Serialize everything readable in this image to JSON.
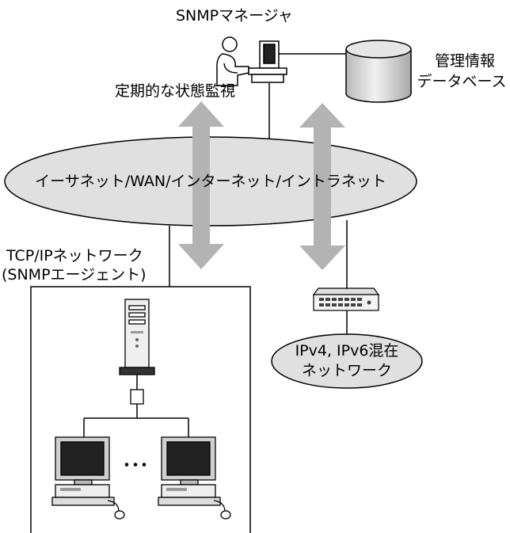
{
  "diagram": {
    "manager_label": "SNMPマネージャ",
    "monitor_label": "定期的な状態監視",
    "db_label_line1": "管理情報",
    "db_label_line2": "データベース",
    "network_label": "イーサネット/WAN/インターネット/イントラネット",
    "agent_label_line1": "TCP/IPネットワーク",
    "agent_label_line2": "(SNMPエージェント)",
    "mixed_label_line1": "IPv4, IPv6混在",
    "mixed_label_line2": "ネットワーク",
    "ellipsis": "･･･"
  },
  "colors": {
    "arrow": "#b3b3b3",
    "cloud_fill": "#e0e0e0",
    "line": "#000000"
  }
}
